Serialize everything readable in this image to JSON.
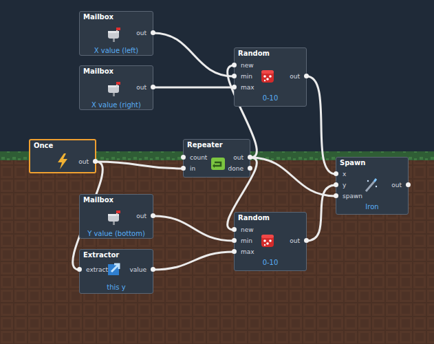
{
  "diagram": {
    "nodes": [
      {
        "text": [
          "Mailbox",
          "out",
          "X value (left)"
        ]
      },
      {
        "text": [
          "Mailbox",
          "out",
          "X value (right)"
        ]
      },
      {
        "text": [
          "Random",
          "new",
          "min",
          "max",
          "out",
          "0-10"
        ]
      },
      {
        "text": [
          "Once",
          "out"
        ]
      },
      {
        "text": [
          "Repeater",
          "count",
          "in",
          "out",
          "done"
        ]
      },
      {
        "text": [
          "Spawn",
          "x",
          "y",
          "spawn",
          "out",
          "Iron"
        ]
      },
      {
        "text": [
          "Mailbox",
          "out",
          "Y value (bottom)"
        ]
      },
      {
        "text": [
          "Random",
          "new",
          "min",
          "max",
          "out",
          "0-10"
        ]
      },
      {
        "text": [
          "Extractor",
          "extract",
          "value",
          "this y"
        ]
      }
    ],
    "edges": [
      {
        "from": 0,
        "to": 2,
        "arrow": "none"
      },
      {
        "from": 1,
        "to": 2,
        "arrow": "none"
      },
      {
        "from": 2,
        "to": 5,
        "arrow": "none"
      },
      {
        "from": 3,
        "to": 4,
        "arrow": "none"
      },
      {
        "from": 3,
        "to": 8,
        "arrow": "none"
      },
      {
        "from": 4,
        "to": 2,
        "arrow": "none"
      },
      {
        "from": 4,
        "to": 7,
        "arrow": "none"
      },
      {
        "from": 4,
        "to": 5,
        "arrow": "none"
      },
      {
        "from": 6,
        "to": 7,
        "arrow": "none"
      },
      {
        "from": 8,
        "to": 7,
        "arrow": "none"
      },
      {
        "from": 7,
        "to": 5,
        "arrow": "none"
      }
    ]
  }
}
